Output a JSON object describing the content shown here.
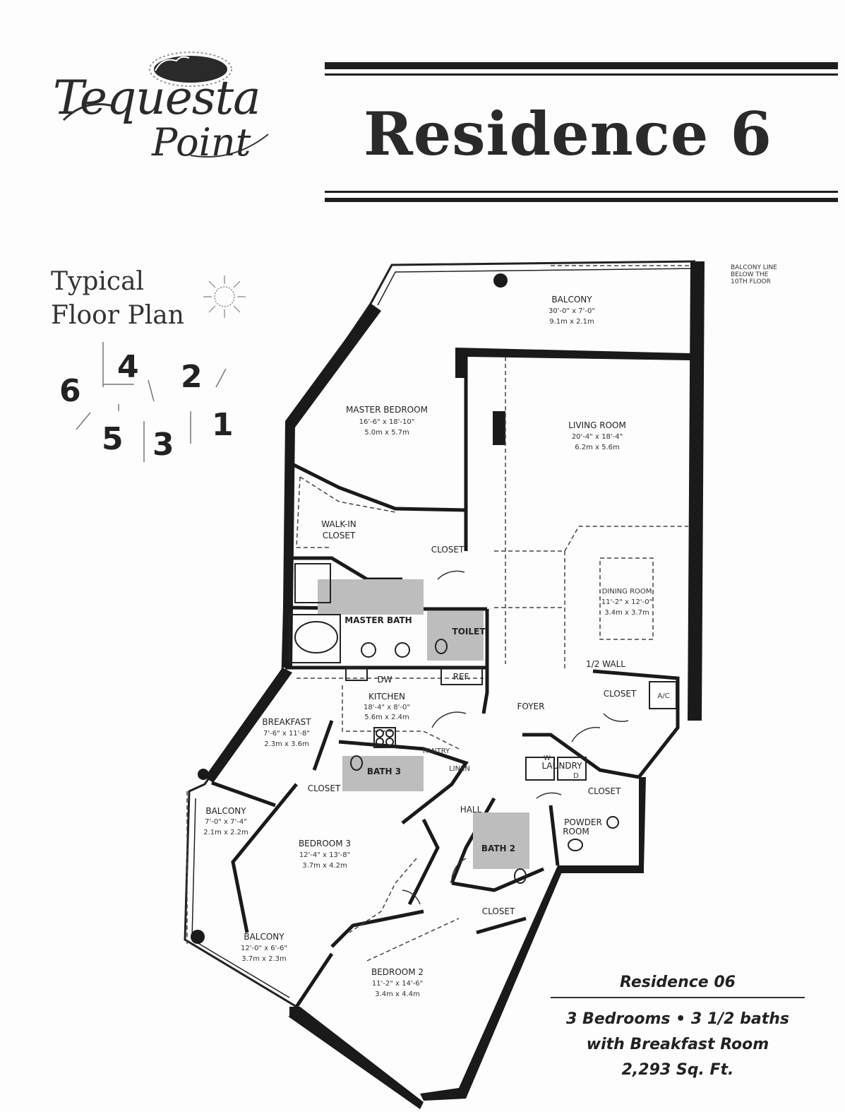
{
  "logo": {
    "line1": "Tequesta",
    "line2": "Point"
  },
  "header": {
    "title": "Residence 6"
  },
  "key_plan": {
    "title_line1": "Typical",
    "title_line2": "Floor Plan",
    "units": [
      "6",
      "4",
      "2",
      "5",
      "3",
      "1"
    ]
  },
  "plan": {
    "balcony_note": [
      "BALCONY LINE",
      "BELOW THE",
      "10TH FLOOR"
    ],
    "rooms": [
      {
        "name": "BALCONY",
        "imperial": "30'-0\" x 7'-0\"",
        "metric": "9.1m x 2.1m"
      },
      {
        "name": "MASTER BEDROOM",
        "imperial": "16'-6\" x 18'-10\"",
        "metric": "5.0m x 5.7m"
      },
      {
        "name": "LIVING ROOM",
        "imperial": "20'-4\" x 18'-4\"",
        "metric": "6.2m x 5.6m"
      },
      {
        "name": "DINING ROOM",
        "imperial": "11'-2\" x 12'-0\"",
        "metric": "3.4m x 3.7m"
      },
      {
        "name": "KITCHEN",
        "imperial": "18'-4\" x 8'-0\"",
        "metric": "5.6m x 2.4m"
      },
      {
        "name": "BREAKFAST",
        "imperial": "7'-6\" x 11'-8\"",
        "metric": "2.3m x 3.6m"
      },
      {
        "name": "BALCONY",
        "imperial": "7'-0\" x 7'-4\"",
        "metric": "2.1m x 2.2m"
      },
      {
        "name": "BEDROOM 3",
        "imperial": "12'-4\" x 13'-8\"",
        "metric": "3.7m x 4.2m"
      },
      {
        "name": "BALCONY",
        "imperial": "12'-0\" x 6'-6\"",
        "metric": "3.7m x 2.3m"
      },
      {
        "name": "BEDROOM 2",
        "imperial": "11'-2\" x 14'-6\"",
        "metric": "3.4m x 4.4m"
      }
    ],
    "labels": {
      "walk_in_1": "WALK-IN",
      "walk_in_2": "CLOSET",
      "closet": "CLOSET",
      "master_bath": "MASTER BATH",
      "toilet": "TOILET",
      "dw": "DW",
      "ref": "REF.",
      "half_wall": "1/2 WALL",
      "ac": "A/C",
      "foyer": "FOYER",
      "pantry": "PANTRY",
      "linen": "LINEN",
      "bath3": "BATH 3",
      "laundry": "LAUNDRY",
      "w": "W",
      "d": "D",
      "hall": "HALL",
      "powder_1": "POWDER",
      "powder_2": "ROOM",
      "bath2": "BATH 2"
    }
  },
  "summary": {
    "title": "Residence 06",
    "line1": "3 Bedrooms • 3 1/2 baths",
    "line2": "with Breakfast Room",
    "line3": "2,293 Sq. Ft."
  }
}
